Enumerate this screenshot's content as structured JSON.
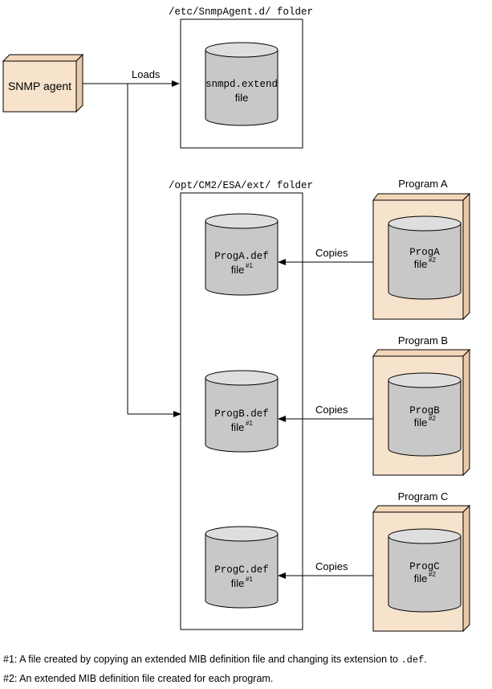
{
  "agent": {
    "label": "SNMP agent"
  },
  "loads_label": "Loads",
  "copies_label": "Copies",
  "folders": {
    "etc": {
      "label": "/etc/SnmpAgent.d/ folder",
      "file_name": "snmpd.extend",
      "file_word": "file"
    },
    "opt": {
      "label": "/opt/CM2/ESA/ext/ folder"
    }
  },
  "def_files": [
    {
      "name": "ProgA.def",
      "file_word": "file",
      "sup": "#1"
    },
    {
      "name": "ProgB.def",
      "file_word": "file",
      "sup": "#1"
    },
    {
      "name": "ProgC.def",
      "file_word": "file",
      "sup": "#1"
    }
  ],
  "programs": [
    {
      "title": "Program A",
      "file_name": "ProgA",
      "file_word": "file",
      "sup": "#2"
    },
    {
      "title": "Program B",
      "file_name": "ProgB",
      "file_word": "file",
      "sup": "#2"
    },
    {
      "title": "Program C",
      "file_name": "ProgC",
      "file_word": "file",
      "sup": "#2"
    }
  ],
  "footnotes": {
    "note1_prefix": "#1: A file created  by copying an extended MIB definition file and changing its extension to ",
    "note1_code": ".def",
    "note1_suffix": ".",
    "note2": "#2: An extended MIB definition file created for each program."
  },
  "colors": {
    "agent_fill": "#f7e2cc",
    "agent_side": "#e8c9a8",
    "cylinder_fill": "#c8c8c8",
    "cylinder_top": "#dedede",
    "line": "#000000"
  }
}
